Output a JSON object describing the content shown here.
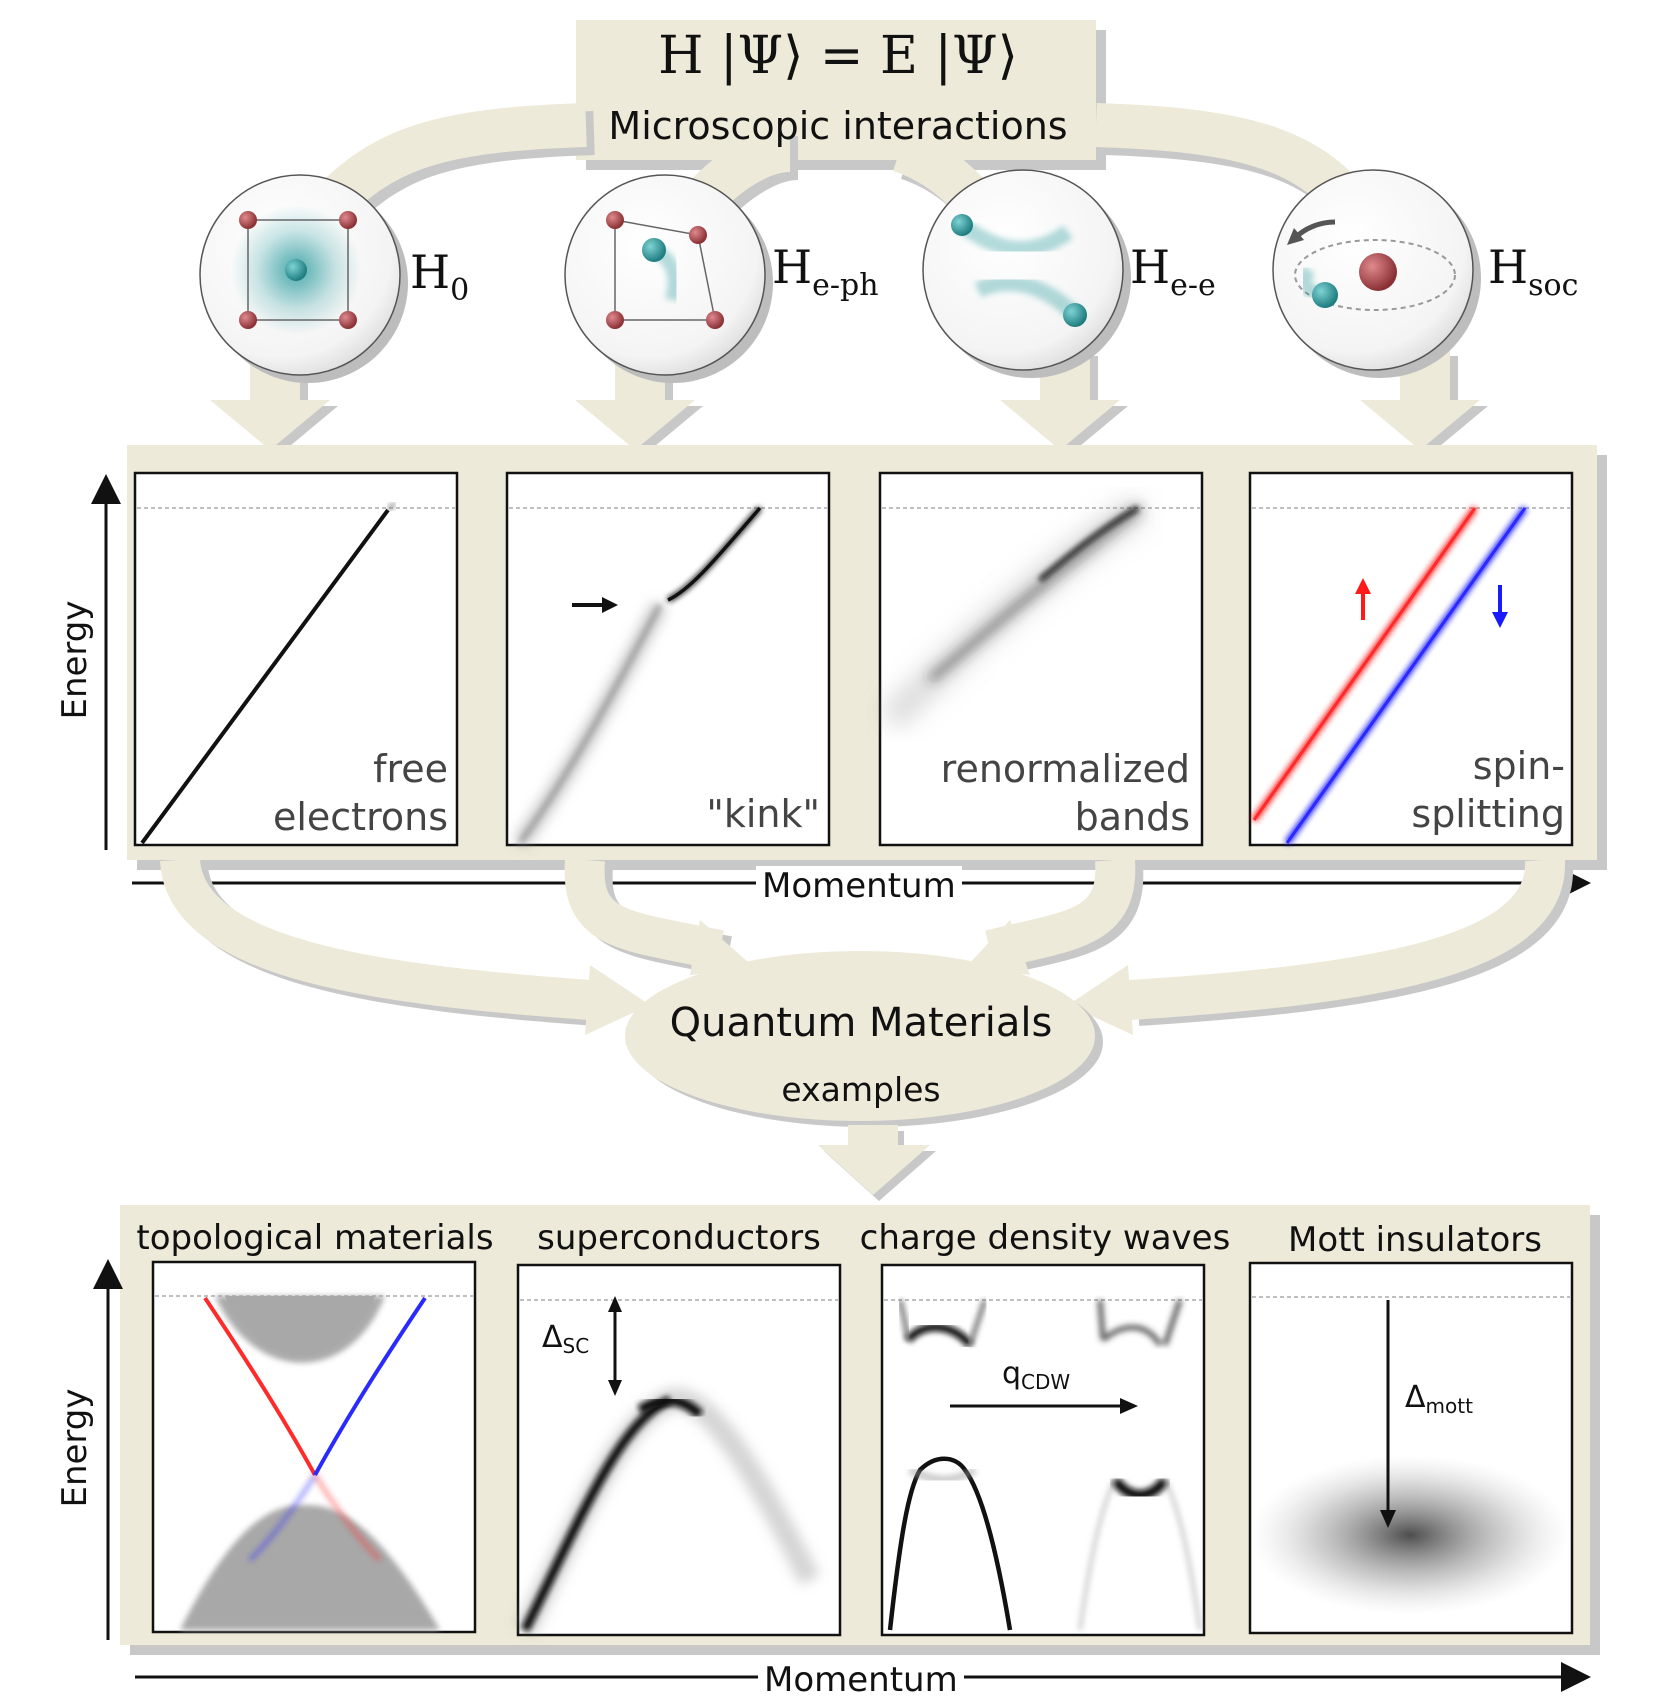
{
  "header": {
    "equation": "H |Ψ⟩ = E |Ψ⟩",
    "subtitle": "Microscopic interactions"
  },
  "hamiltonians": [
    {
      "base": "H",
      "sub": "0"
    },
    {
      "base": "H",
      "sub": "e-ph"
    },
    {
      "base": "H",
      "sub": "e-e"
    },
    {
      "base": "H",
      "sub": "soc"
    }
  ],
  "band_panels": {
    "y_axis": "Energy",
    "x_axis": "Momentum",
    "labels": [
      [
        "free",
        "electrons"
      ],
      [
        "\"kink\""
      ],
      [
        "renormalized",
        "bands"
      ],
      [
        "spin-",
        "splitting"
      ]
    ]
  },
  "center": {
    "title": "Quantum Materials",
    "subtitle": "examples"
  },
  "examples": {
    "y_axis": "Energy",
    "x_axis": "Momentum",
    "titles": [
      "topological materials",
      "superconductors",
      "charge density waves",
      "Mott insulators"
    ],
    "sc_gap": {
      "base": "Δ",
      "sub": "SC"
    },
    "cdw_q": {
      "base": "q",
      "sub": "CDW"
    },
    "mott_gap": {
      "base": "Δ",
      "sub": "mott"
    }
  },
  "colors": {
    "beige": "#eeead9",
    "shadow": "#c4c4c4",
    "teal": "#2a9a9e",
    "atom_red": "#a6454a",
    "spin_up": "#ff1a1a",
    "spin_down": "#1a1aff"
  },
  "icons": [
    "lattice-free-electron-icon",
    "lattice-phonon-icon",
    "electron-scattering-icon",
    "spin-orbit-icon"
  ]
}
